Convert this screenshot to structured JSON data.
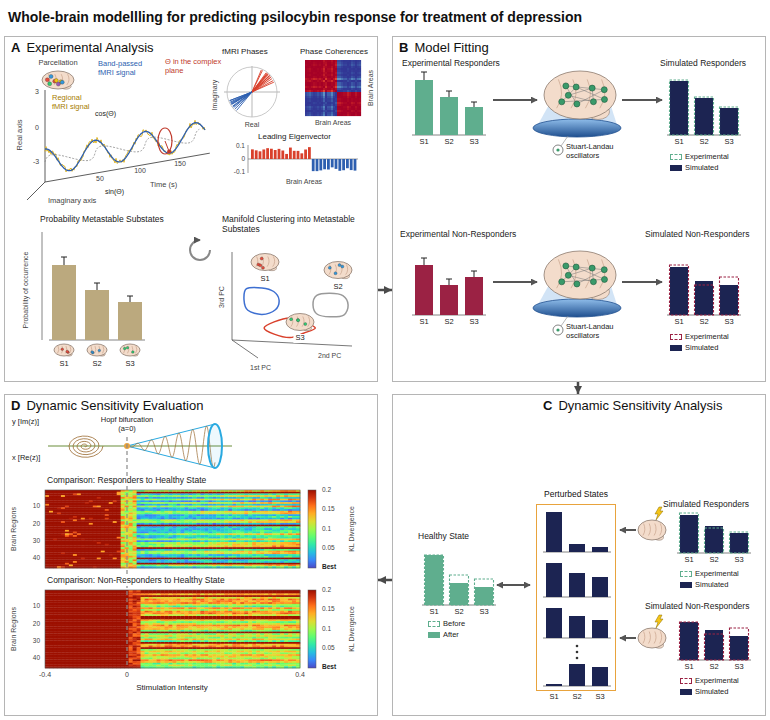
{
  "diagram": {
    "title": "Whole-brain modellling for predicting psilocybin response for treatment of depression",
    "nodes": [
      {
        "text": [
          "A",
          "Experimental Analysis"
        ]
      },
      {
        "text": [
          "B",
          "Model Fitting"
        ]
      },
      {
        "text": [
          "C",
          "Dynamic Sensitivity Analysis"
        ]
      },
      {
        "text": [
          "D",
          "Dynamic Sensitivity Evaluation"
        ]
      },
      {
        "text": [
          "Perturbed States"
        ],
        "in": 2
      }
    ],
    "edges": [
      {
        "from": 0,
        "to": 1,
        "arrow": "to"
      },
      {
        "from": 1,
        "to": 2,
        "arrow": "to"
      },
      {
        "from": 2,
        "to": 3,
        "arrow": "to"
      }
    ],
    "labels": [
      "Parcellation",
      "Band-passed fMRI signal",
      "Θ in the complex plane",
      "Regional fMRI signal",
      "Real axis",
      "3",
      "0",
      "-3",
      "cos(Θ)",
      "sin(Θ)",
      "Imaginary axis",
      "50",
      "100",
      "150",
      "Time (s)",
      "fMRI Phases",
      "Imaginary",
      "Real",
      "Phase Coherences",
      "Brain Areas",
      "Brain Areas",
      "Leading Eigenvector",
      "0.1",
      "0",
      "-0.1",
      "Brain Areas",
      "Probability Metastable Substates",
      "Probability of occurrence",
      "S1",
      "S2",
      "S3",
      "Manifold Clustering into Metastable Substates",
      "S1",
      "S2",
      "S3",
      "3rd PC",
      "1st PC",
      "2nd PC",
      "Experimental Responders",
      "S1",
      "S2",
      "S3",
      "Stuart-Landau oscillators",
      "Simulated Responders",
      "S1",
      "S2",
      "S3",
      "Experimental Non-Responders",
      "S1",
      "S2",
      "S3",
      "Stuart-Landau oscillators",
      "Simulated Non-Responders",
      "S1",
      "S2",
      "S3",
      "Healthy State",
      "S1",
      "S2",
      "S3",
      "S1",
      "S2",
      "S3",
      "Simulated Responders",
      "S1",
      "S2",
      "S3",
      "Simulated Non-Responders",
      "S1",
      "S2",
      "S3",
      "y [Im(z)]",
      "x [Re(z)]",
      "Hopf bifurcation (a=0)",
      "Comparison: Responders to Healthy State",
      "Brain Regions",
      "10",
      "20",
      "30",
      "40",
      "KL Divergence",
      "0.2",
      "0.15",
      "0.1",
      "0.05",
      "Best",
      "Comparison: Non-Responders to Healthy State",
      "Brain Regions",
      "10",
      "20",
      "30",
      "40",
      "KL Divergence",
      "0.2",
      "0.15",
      "0.1",
      "0.05",
      "Best",
      "-0.4",
      "0",
      "0.4",
      "Stimulation Intensity"
    ],
    "legend": [
      {
        "text": "Experimental"
      },
      {
        "text": "Simulated",
        "color": "#1c2452"
      },
      {
        "text": "Experimental"
      },
      {
        "text": "Simulated",
        "color": "#1c2452"
      },
      {
        "text": "Before"
      },
      {
        "text": "After",
        "color": "#5fae8e"
      },
      {
        "text": "Experimental"
      },
      {
        "text": "Simulated",
        "color": "#1c2452"
      },
      {
        "text": "Experimental"
      },
      {
        "text": "Simulated",
        "color": "#1c2452"
      }
    ]
  }
}
